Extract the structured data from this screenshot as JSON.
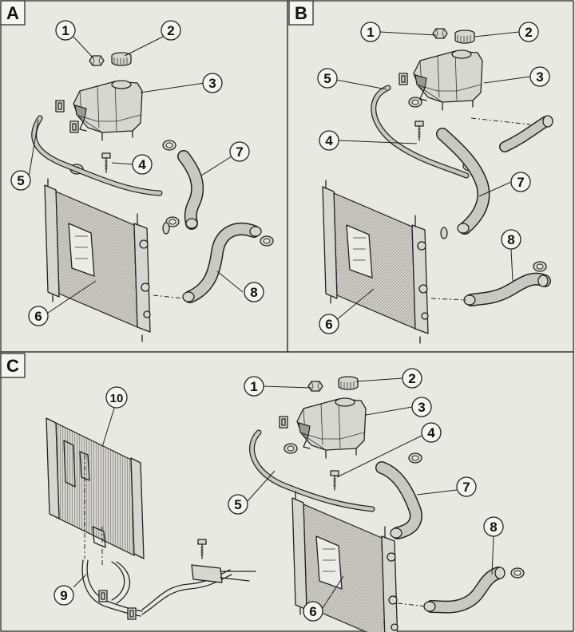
{
  "panels": [
    {
      "id": "A",
      "label": "A"
    },
    {
      "id": "B",
      "label": "B"
    },
    {
      "id": "C",
      "label": "C"
    }
  ],
  "callouts": {
    "A": [
      "1",
      "2",
      "3",
      "4",
      "5",
      "6",
      "7",
      "8"
    ],
    "B": [
      "1",
      "2",
      "3",
      "4",
      "5",
      "6",
      "7",
      "8"
    ],
    "C": [
      "1",
      "2",
      "3",
      "4",
      "5",
      "6",
      "7",
      "8",
      "9",
      "10"
    ]
  }
}
